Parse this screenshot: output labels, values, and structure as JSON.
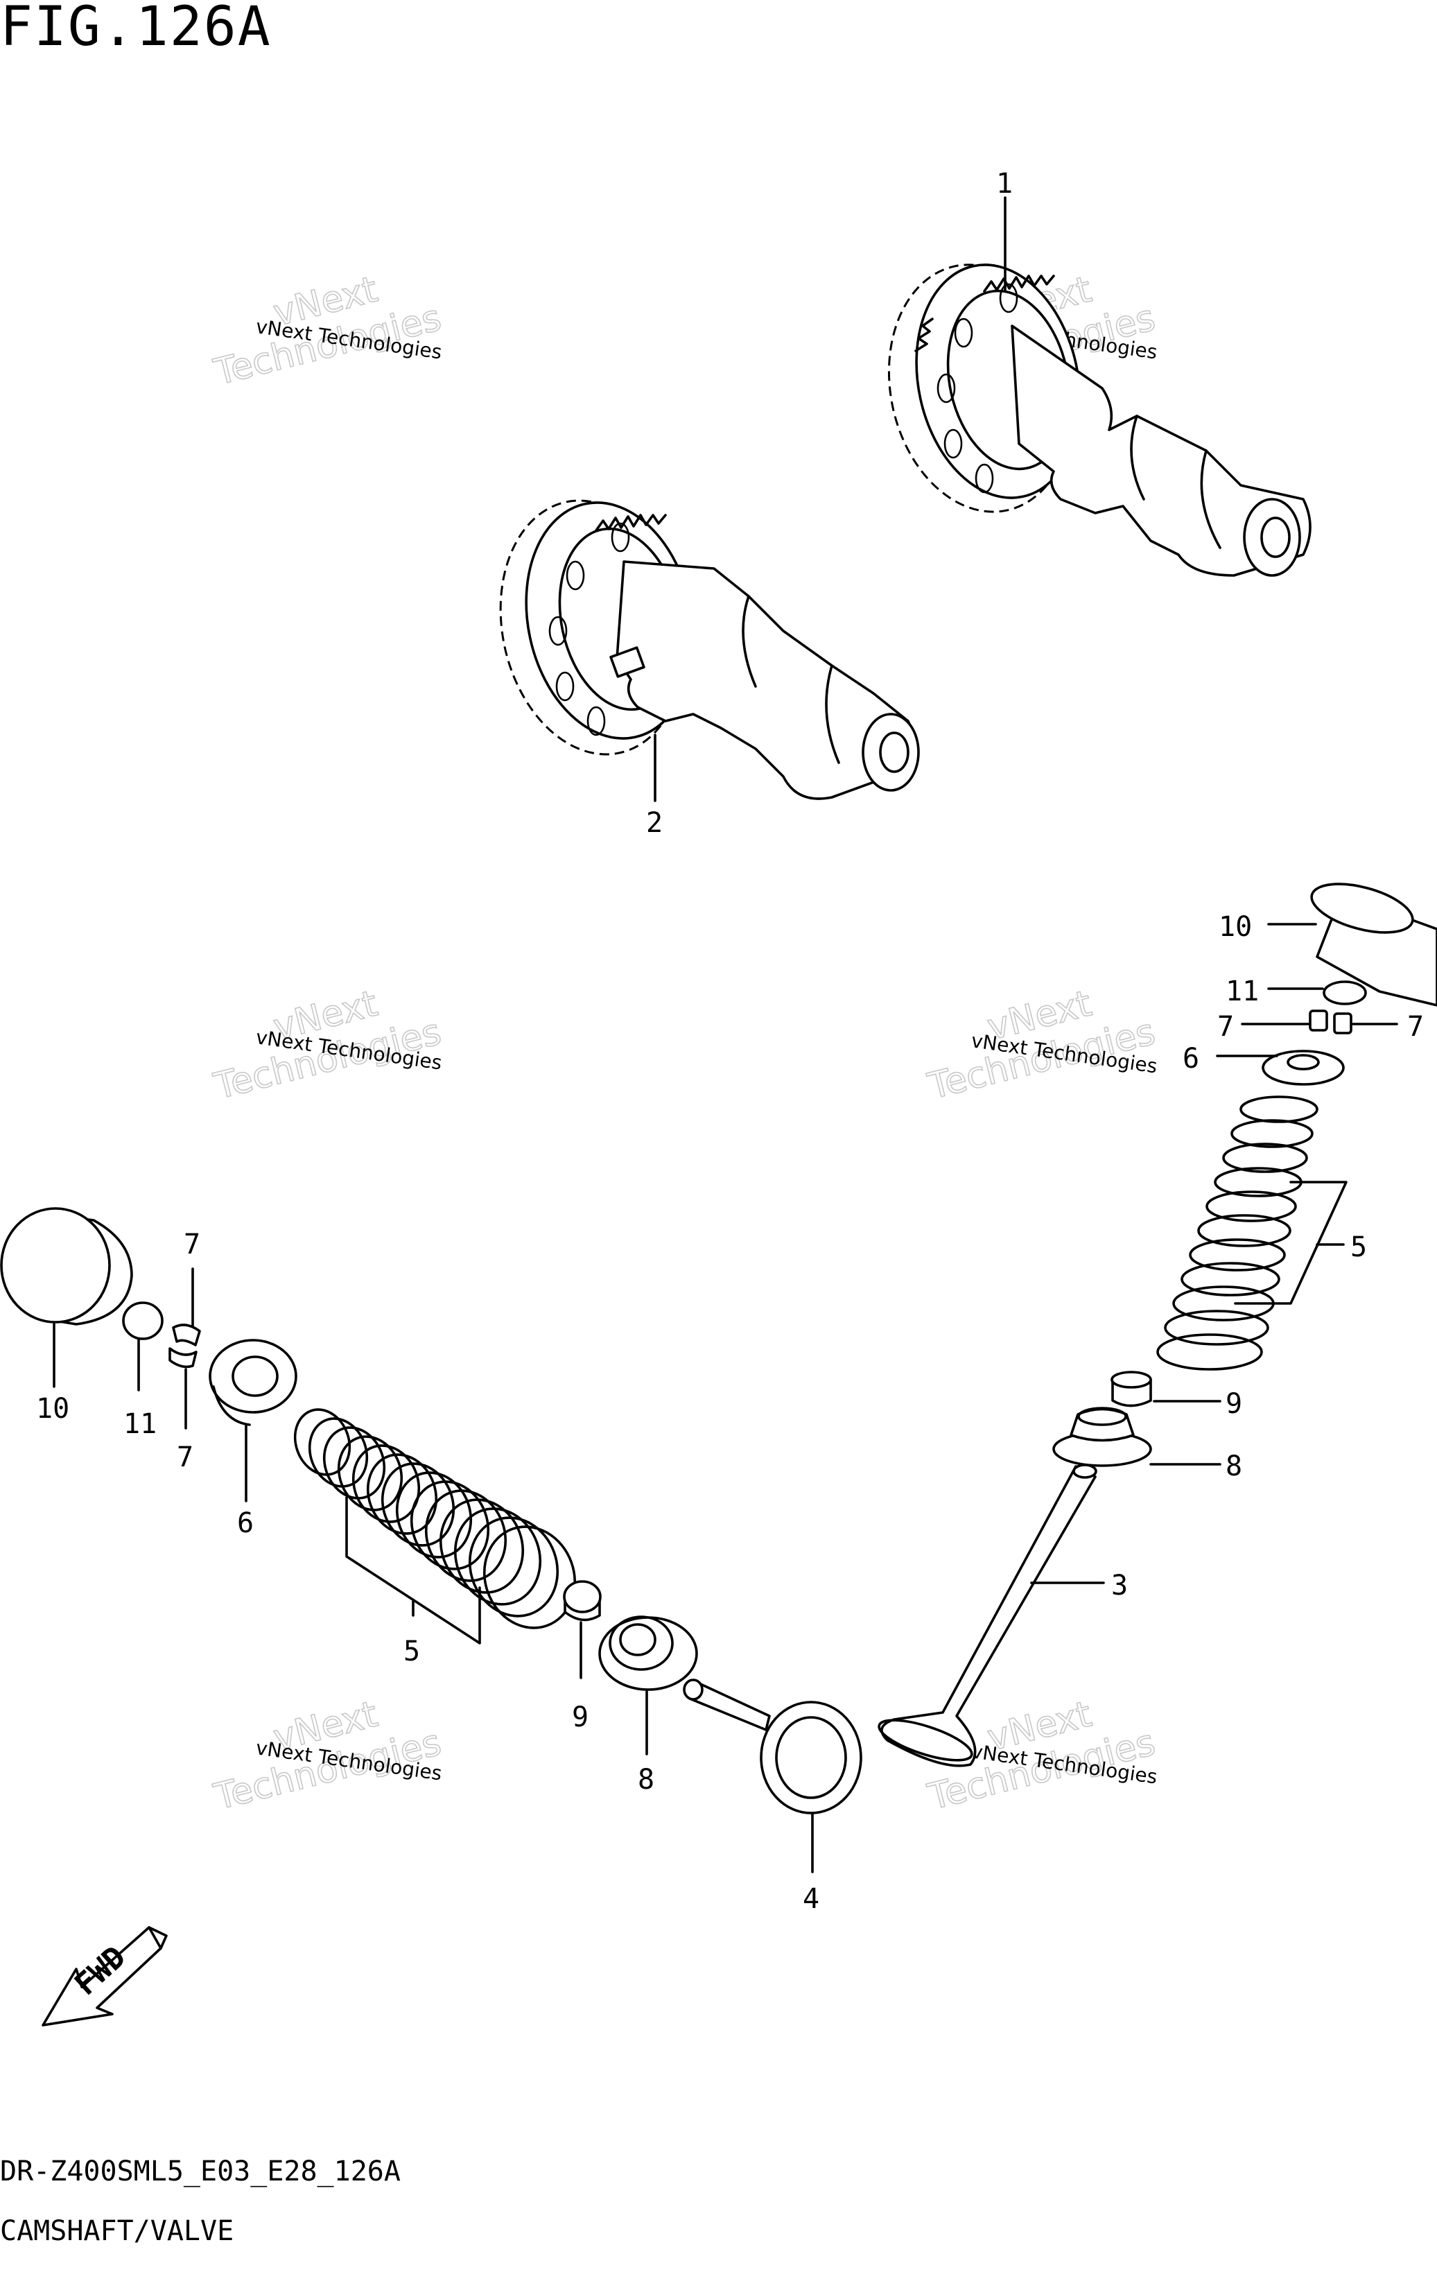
{
  "figure": {
    "title": "FIG.126A",
    "diagram_code": "DR-Z400SML5_E03_E28_126A",
    "diagram_name": "CAMSHAFT/VALVE"
  },
  "watermark": {
    "line1": "vNext Technologies",
    "line2_a": "vNext",
    "line2_b": "Technologies"
  },
  "fwd_label": "FWD",
  "callouts": {
    "c1": "1",
    "c2": "2",
    "c3": "3",
    "c4": "4",
    "c5_right": "5",
    "c5_left": "5",
    "c6_right": "6",
    "c6_left": "6",
    "c7_right_a": "7",
    "c7_right_b": "7",
    "c7_left_a": "7",
    "c7_left_b": "7",
    "c8_right": "8",
    "c8_left": "8",
    "c9_right": "9",
    "c9_left": "9",
    "c10_right": "10",
    "c10_left": "10",
    "c11_right": "11",
    "c11_left": "11"
  }
}
